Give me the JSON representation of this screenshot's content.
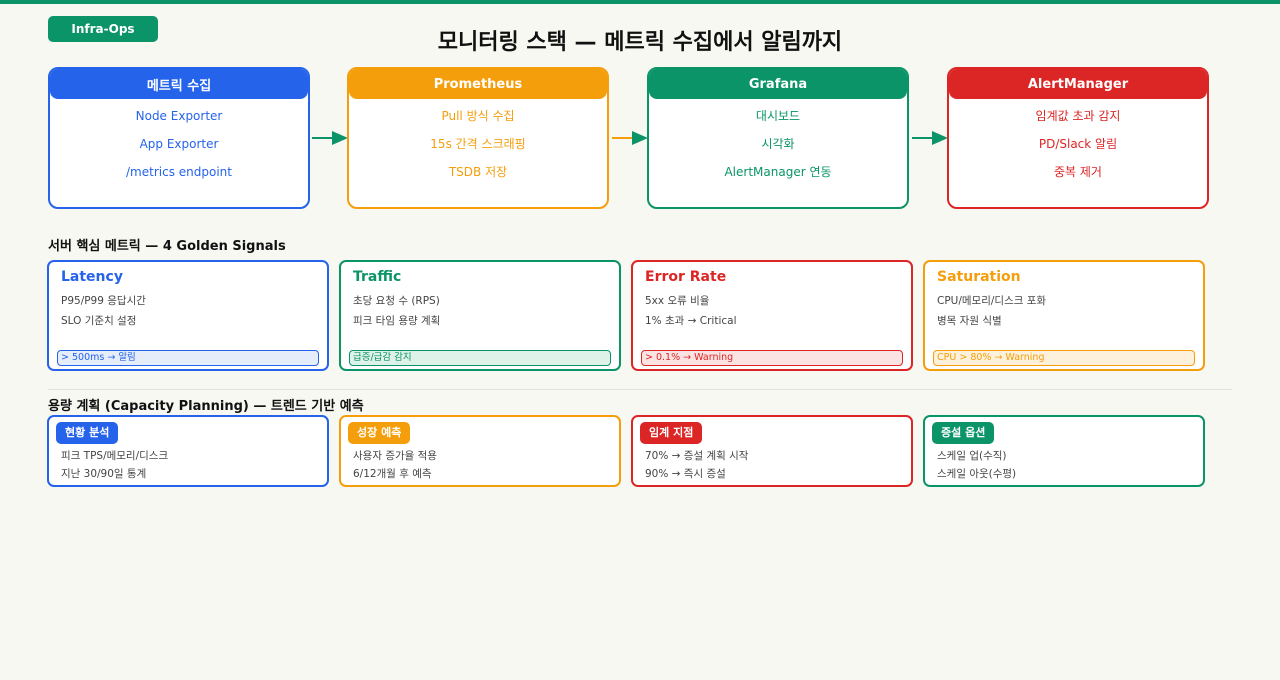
{
  "header": {
    "tag": "Infra-Ops",
    "title": "모니터링 스택 — 메트릭 수집에서 알림까지"
  },
  "pipeline": [
    {
      "title": "메트릭 수집",
      "color": "#2563eb",
      "items": [
        "Node Exporter",
        "App Exporter",
        "/metrics endpoint"
      ]
    },
    {
      "title": "Prometheus",
      "color": "#f59e0b",
      "items": [
        "Pull 방식 수집",
        "15s 간격 스크래핑",
        "TSDB 저장"
      ]
    },
    {
      "title": "Grafana",
      "color": "#0b9467",
      "items": [
        "대시보드",
        "시각화",
        "AlertManager 연동"
      ]
    },
    {
      "title": "AlertManager",
      "color": "#dc2626",
      "items": [
        "임계값 초과 감지",
        "PD/Slack 알림",
        "중복 제거"
      ]
    }
  ],
  "signals_section": {
    "title": "서버 핵심 메트릭 — 4 Golden Signals",
    "cards": [
      {
        "title": "Latency",
        "color": "#2563eb",
        "bg": "#e5edfb",
        "lines": [
          "P95/P99 응답시간",
          "SLO 기준치 설정"
        ],
        "badge": "> 500ms → 알림"
      },
      {
        "title": "Traffic",
        "color": "#0b9467",
        "bg": "#def2ea",
        "lines": [
          "초당 요청 수 (RPS)",
          "피크 타임 용량 계획"
        ],
        "badge": "급증/급감 감지"
      },
      {
        "title": "Error Rate",
        "color": "#dc2626",
        "bg": "#fbe3e3",
        "lines": [
          "5xx 오류 비율",
          "1% 초과 → Critical"
        ],
        "badge": "> 0.1% → Warning"
      },
      {
        "title": "Saturation",
        "color": "#f59e0b",
        "bg": "#fdf1dc",
        "lines": [
          "CPU/메모리/디스크 포화",
          "병목 자원 식별"
        ],
        "badge": "CPU > 80% → Warning"
      }
    ]
  },
  "capacity_section": {
    "title": "용량 계획 (Capacity Planning) — 트렌드 기반 예측",
    "cards": [
      {
        "pill": "현황 분석",
        "color": "#2563eb",
        "lines": [
          "피크 TPS/메모리/디스크",
          "지난 30/90일 통계"
        ]
      },
      {
        "pill": "성장 예측",
        "color": "#f59e0b",
        "lines": [
          "사용자 증가율 적용",
          "6/12개월 후 예측"
        ]
      },
      {
        "pill": "임계 지점",
        "color": "#dc2626",
        "lines": [
          "70% → 증설 계획 시작",
          "90% → 즉시 증설"
        ]
      },
      {
        "pill": "증설 옵션",
        "color": "#0b9467",
        "lines": [
          "스케일 업(수직)",
          "스케일 아웃(수평)"
        ]
      }
    ]
  }
}
